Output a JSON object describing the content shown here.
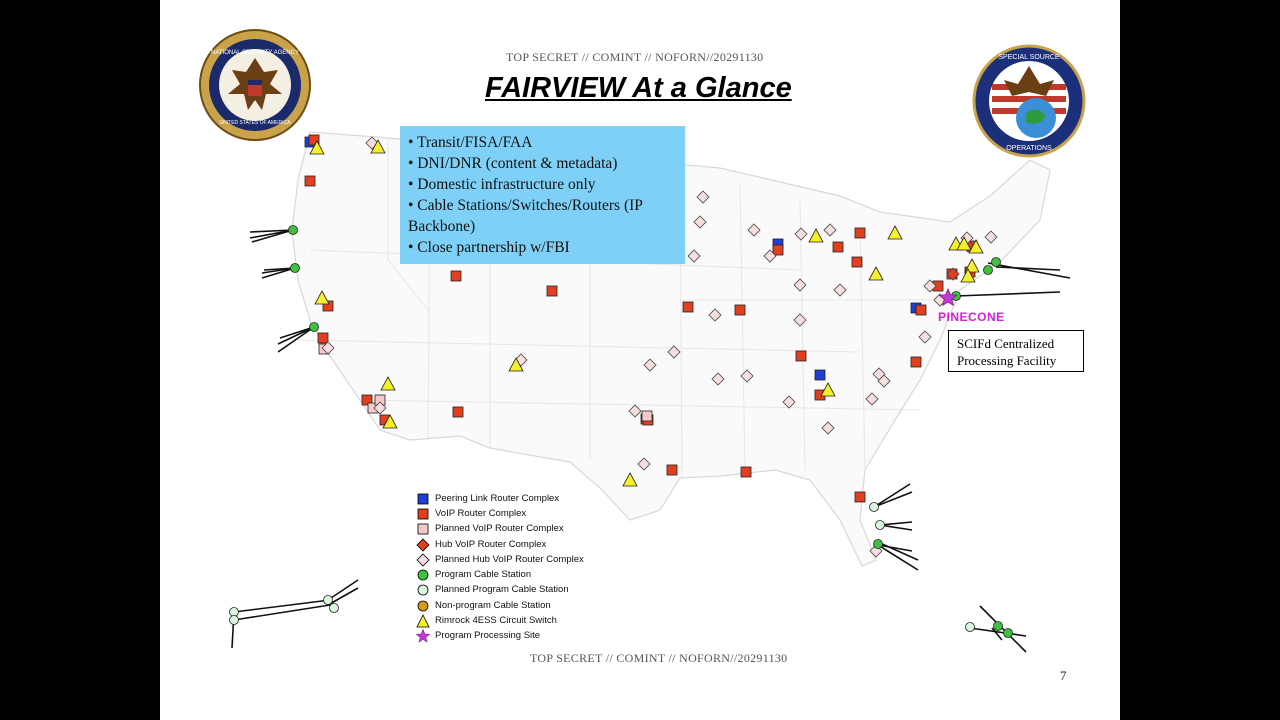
{
  "banner_top": "TOP SECRET // COMINT // NOFORN//20291130",
  "banner_bottom": "TOP SECRET // COMINT // NOFORN//20291130",
  "title": "FAIRVIEW At a Glance",
  "bullets": [
    "• Transit/FISA/FAA",
    "• DNI/DNR (content & metadata)",
    "• Domestic infrastructure only",
    "• Cable Stations/Switches/Routers (IP Backbone)",
    "• Close partnership w/FBI"
  ],
  "pinecone_label": "PINECONE",
  "scif_label": "SCIFd Centralized Processing Facility",
  "page_number": "7",
  "nsa_seal": {
    "top_text": "NATIONAL SECURITY AGENCY",
    "bottom_text": "UNITED STATES OF AMERICA"
  },
  "sso_seal": {
    "top_text": "SPECIAL SOURCE",
    "bottom_text": "OPERATIONS"
  },
  "colors": {
    "peering": "#1f3fd6",
    "voip": "#e0401f",
    "planned_voip": "#f5c9c9",
    "hub_voip": "#e0401f",
    "planned_hub": "#f7dede",
    "cable": "#3cc23c",
    "planned_cable": "#d9f7dc",
    "nonprogram": "#d49a1a",
    "rimrock": "#f6f02a",
    "processing": "#c23bd6",
    "infobox": "#7fd0f6"
  },
  "legend": [
    {
      "shape": "square",
      "fill": "#1f3fd6",
      "label": "Peering Link Router Complex"
    },
    {
      "shape": "square",
      "fill": "#e0401f",
      "label": "VoIP Router Complex"
    },
    {
      "shape": "square",
      "fill": "#f5c9c9",
      "label": "Planned VoIP Router Complex"
    },
    {
      "shape": "diamond",
      "fill": "#e0401f",
      "label": "Hub VoIP Router Complex"
    },
    {
      "shape": "diamond",
      "fill": "#f7dede",
      "label": "Planned Hub VoIP Router Complex"
    },
    {
      "shape": "circle",
      "fill": "#3cc23c",
      "label": "Program Cable Station"
    },
    {
      "shape": "circle",
      "fill": "#d9f7dc",
      "label": "Planned Program Cable Station"
    },
    {
      "shape": "circle",
      "fill": "#d49a1a",
      "label": "Non-program Cable Station"
    },
    {
      "shape": "triangle",
      "fill": "#f6f02a",
      "label": "Rimrock 4ESS Circuit Switch"
    },
    {
      "shape": "star",
      "fill": "#c23bd6",
      "label": "Program Processing Site"
    }
  ]
}
